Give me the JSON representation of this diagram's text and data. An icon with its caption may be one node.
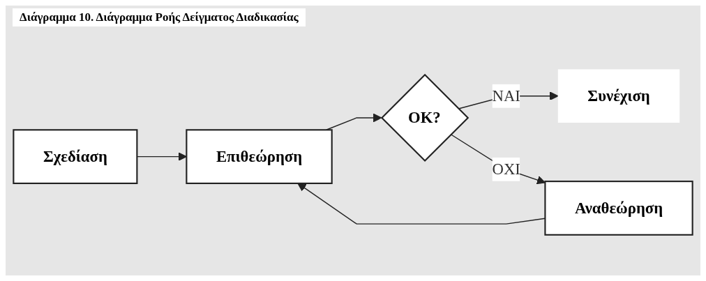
{
  "diagram": {
    "title": "Διάγραμμα 10. Διάγραμμα Ροής Δείγματος Διαδικασίας",
    "nodes": [
      {
        "text": [
          "Σχεδίαση"
        ]
      },
      {
        "text": [
          "Επιθεώρηση"
        ]
      },
      {
        "text": [
          "OK?"
        ]
      },
      {
        "text": [
          "Συνέχιση"
        ]
      },
      {
        "text": [
          "Αναθεώρηση"
        ]
      }
    ],
    "edges": [
      {
        "from": 0,
        "to": 1,
        "arrow": "to"
      },
      {
        "from": 1,
        "to": 2,
        "arrow": "to"
      },
      {
        "from": 2,
        "to": 3,
        "label": "ΝΑΙ",
        "arrow": "to"
      },
      {
        "from": 2,
        "to": 4,
        "label": "ΟΧΙ",
        "arrow": "to"
      },
      {
        "from": 4,
        "to": 1,
        "arrow": "to"
      }
    ]
  }
}
